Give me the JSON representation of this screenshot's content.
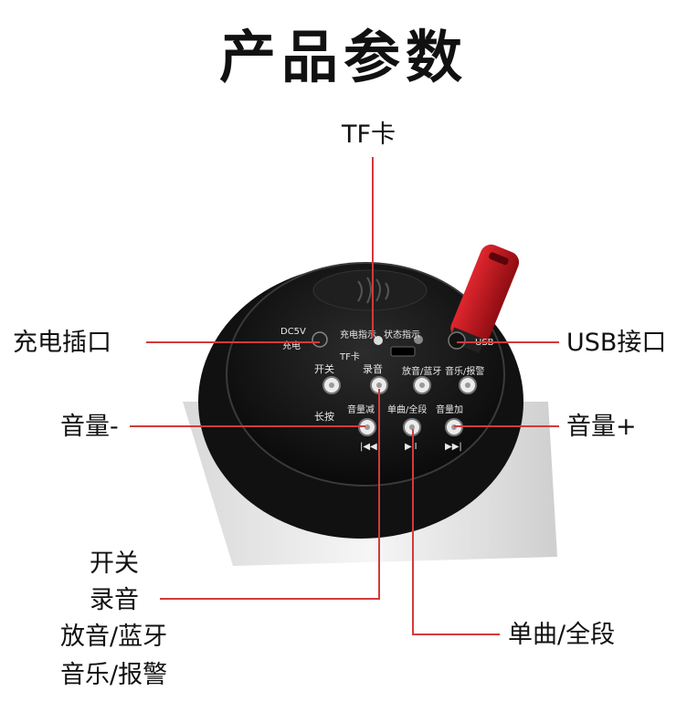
{
  "title": "产品参数",
  "labels": {
    "tf": "TF卡",
    "charge_port": "充电插口",
    "usb": "USB接口",
    "vol_down": "音量-",
    "vol_up": "音量+",
    "list": [
      "开关",
      "录音",
      "放音/蓝牙",
      "音乐/报警"
    ],
    "single": "单曲/全段"
  },
  "panel": {
    "dc": "DC5V",
    "charge": "充电",
    "charge_ind": "充电指示",
    "status_ind": "状态指示",
    "tf_small": "TF卡",
    "usb_small": "USB",
    "power": "开关",
    "record": "录音",
    "play_bt": "放音/蓝牙",
    "music_alarm": "音乐/报警",
    "long_press": "长按",
    "vol_minus": "音量减",
    "single_all": "单曲/全段",
    "vol_plus": "音量加",
    "prev_symbol": "|◀◀",
    "play_symbol": "▶II",
    "next_symbol": "▶▶|"
  },
  "colors": {
    "line": "#d43a3a",
    "usb_stick": "#c8161d"
  }
}
